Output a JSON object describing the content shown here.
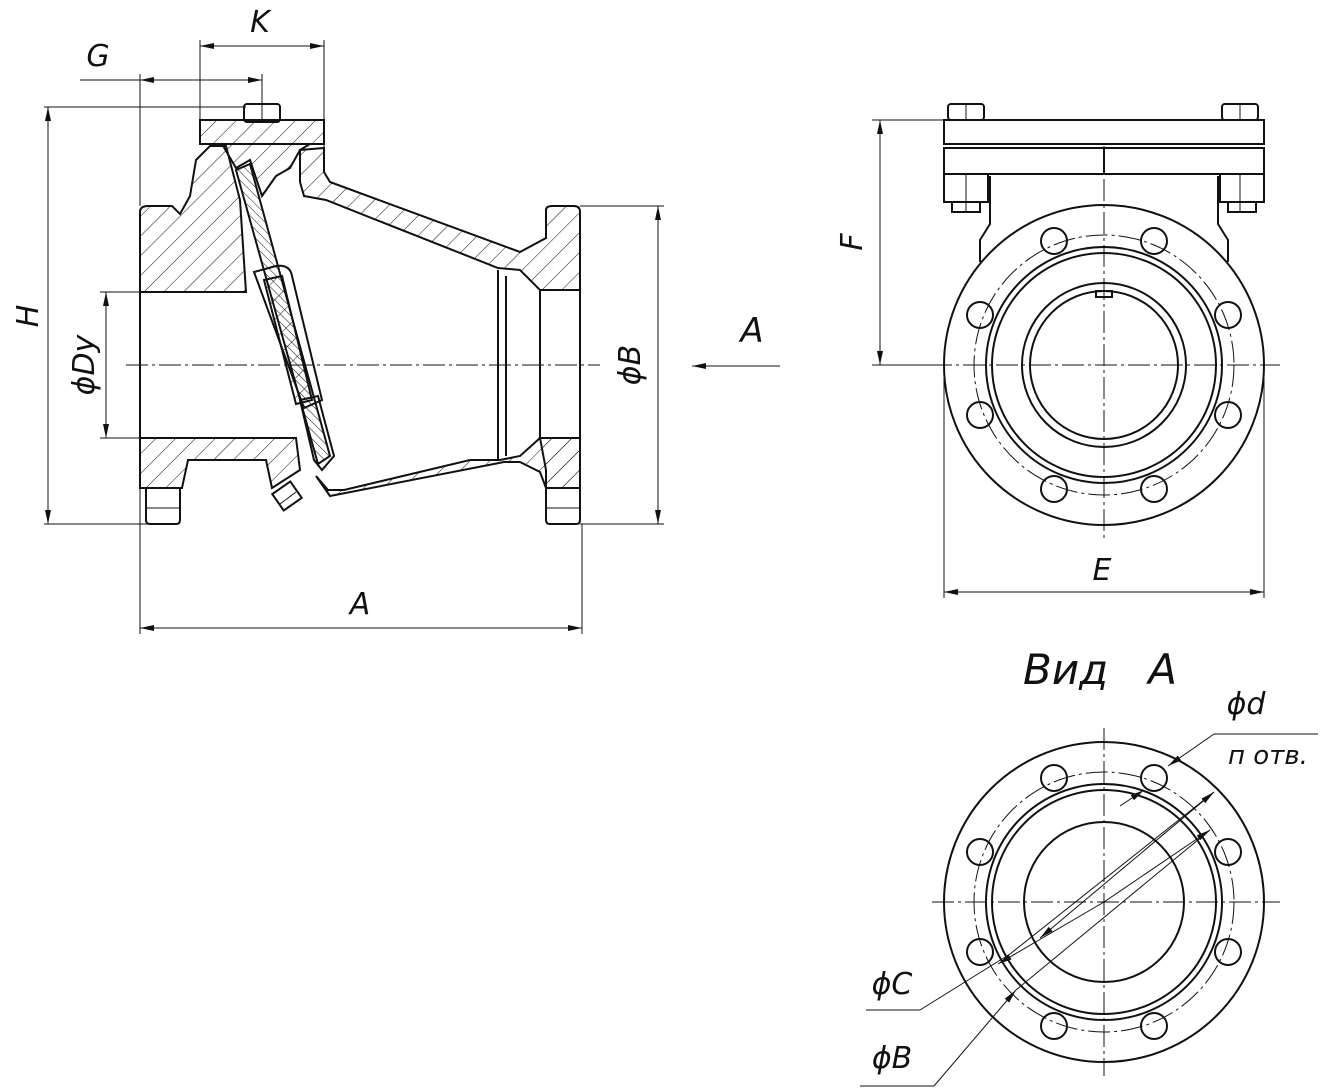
{
  "section_view": {
    "dim_h": "H",
    "dim_dy": "ϕDy",
    "dim_b": "ϕB",
    "dim_a": "A",
    "dim_g": "G",
    "dim_k": "K",
    "view_arrow": "A"
  },
  "end_view": {
    "dim_f": "F",
    "dim_e": "E"
  },
  "flange_view": {
    "title": "Вид   А",
    "dim_d": "ϕd",
    "holes": "п отв.",
    "dim_c": "ϕC",
    "dim_b": "ϕB"
  }
}
